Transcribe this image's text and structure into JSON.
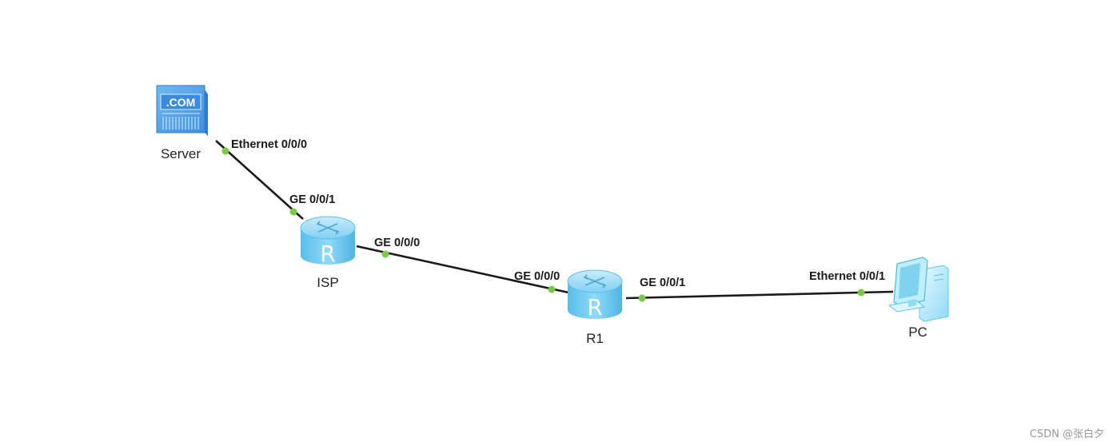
{
  "nodes": {
    "server": {
      "label": "Server",
      "icon": "server-com-icon",
      "badge": ".COM"
    },
    "isp": {
      "label": "ISP",
      "icon": "router-icon",
      "glyph": "R"
    },
    "r1": {
      "label": "R1",
      "icon": "router-icon",
      "glyph": "R"
    },
    "pc": {
      "label": "PC",
      "icon": "pc-icon"
    }
  },
  "links": {
    "server_isp": {
      "a_port": "Ethernet 0/0/0",
      "b_port": "GE 0/0/1"
    },
    "isp_r1": {
      "a_port": "GE 0/0/0",
      "b_port": "GE 0/0/0"
    },
    "r1_pc": {
      "a_port": "GE 0/0/1",
      "b_port": "Ethernet 0/0/1"
    }
  },
  "watermark": "CSDN @张白夕",
  "colors": {
    "link": "#1a1a1a",
    "port_dot": "#7ac943",
    "device_blue": "#5cc4f0",
    "server_blue": "#4aa6ee"
  }
}
